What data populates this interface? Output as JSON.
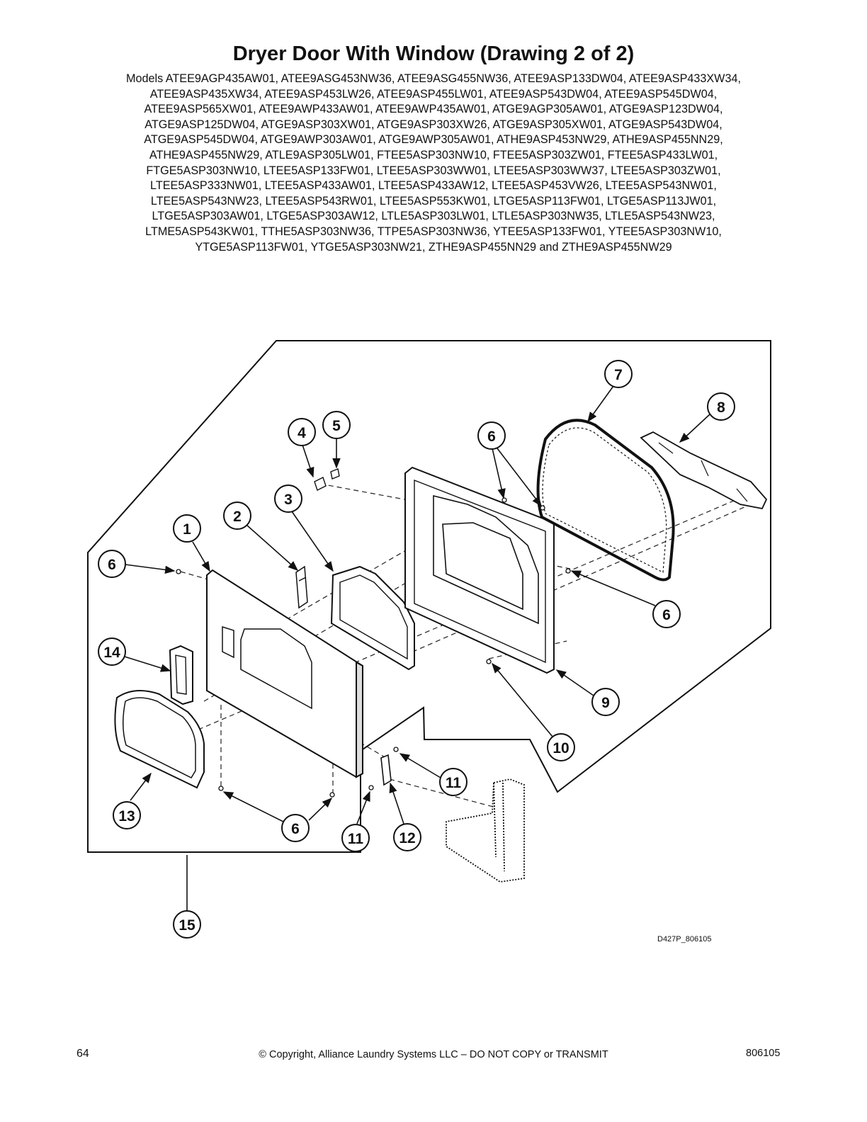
{
  "title": "Dryer Door With Window (Drawing 2 of 2)",
  "models_lines": [
    "Models ATEE9AGP435AW01, ATEE9ASG453NW36, ATEE9ASG455NW36, ATEE9ASP133DW04, ATEE9ASP433XW34,",
    "ATEE9ASP435XW34, ATEE9ASP453LW26, ATEE9ASP455LW01, ATEE9ASP543DW04, ATEE9ASP545DW04,",
    "ATEE9ASP565XW01, ATEE9AWP433AW01, ATEE9AWP435AW01, ATGE9AGP305AW01, ATGE9ASP123DW04,",
    "ATGE9ASP125DW04, ATGE9ASP303XW01, ATGE9ASP303XW26, ATGE9ASP305XW01, ATGE9ASP543DW04,",
    "ATGE9ASP545DW04, ATGE9AWP303AW01, ATGE9AWP305AW01, ATHE9ASP453NW29, ATHE9ASP455NN29,",
    "ATHE9ASP455NW29, ATLE9ASP305LW01, FTEE5ASP303NW10, FTEE5ASP303ZW01, FTEE5ASP433LW01,",
    "FTGE5ASP303NW10, LTEE5ASP133FW01, LTEE5ASP303WW01, LTEE5ASP303WW37, LTEE5ASP303ZW01,",
    "LTEE5ASP333NW01, LTEE5ASP433AW01, LTEE5ASP433AW12, LTEE5ASP453VW26, LTEE5ASP543NW01,",
    "LTEE5ASP543NW23, LTEE5ASP543RW01, LTEE5ASP553KW01, LTGE5ASP113FW01, LTGE5ASP113JW01,",
    "LTGE5ASP303AW01, LTGE5ASP303AW12, LTLE5ASP303LW01, LTLE5ASP303NW35, LTLE5ASP543NW23,",
    "LTME5ASP543KW01, TTHE5ASP303NW36, TTPE5ASP303NW36, YTEE5ASP133FW01, YTEE5ASP303NW10,",
    "YTGE5ASP113FW01, YTGE5ASP303NW21, ZTHE9ASP455NN29 and ZTHE9ASP455NW29"
  ],
  "callouts": [
    {
      "id": "c1",
      "label": "1"
    },
    {
      "id": "c2",
      "label": "2"
    },
    {
      "id": "c3",
      "label": "3"
    },
    {
      "id": "c4",
      "label": "4"
    },
    {
      "id": "c5",
      "label": "5"
    },
    {
      "id": "c6a",
      "label": "6"
    },
    {
      "id": "c6b",
      "label": "6"
    },
    {
      "id": "c6c",
      "label": "6"
    },
    {
      "id": "c6d",
      "label": "6"
    },
    {
      "id": "c7",
      "label": "7"
    },
    {
      "id": "c8",
      "label": "8"
    },
    {
      "id": "c9",
      "label": "9"
    },
    {
      "id": "c10",
      "label": "10"
    },
    {
      "id": "c11a",
      "label": "11"
    },
    {
      "id": "c11b",
      "label": "11"
    },
    {
      "id": "c12",
      "label": "12"
    },
    {
      "id": "c13",
      "label": "13"
    },
    {
      "id": "c14",
      "label": "14"
    },
    {
      "id": "c15",
      "label": "15"
    }
  ],
  "drawing_id": "D427P_806105",
  "footer": {
    "page_number": "64",
    "copyright": "© Copyright, Alliance Laundry Systems LLC – DO NOT COPY or TRANSMIT",
    "doc_number": "806105"
  }
}
